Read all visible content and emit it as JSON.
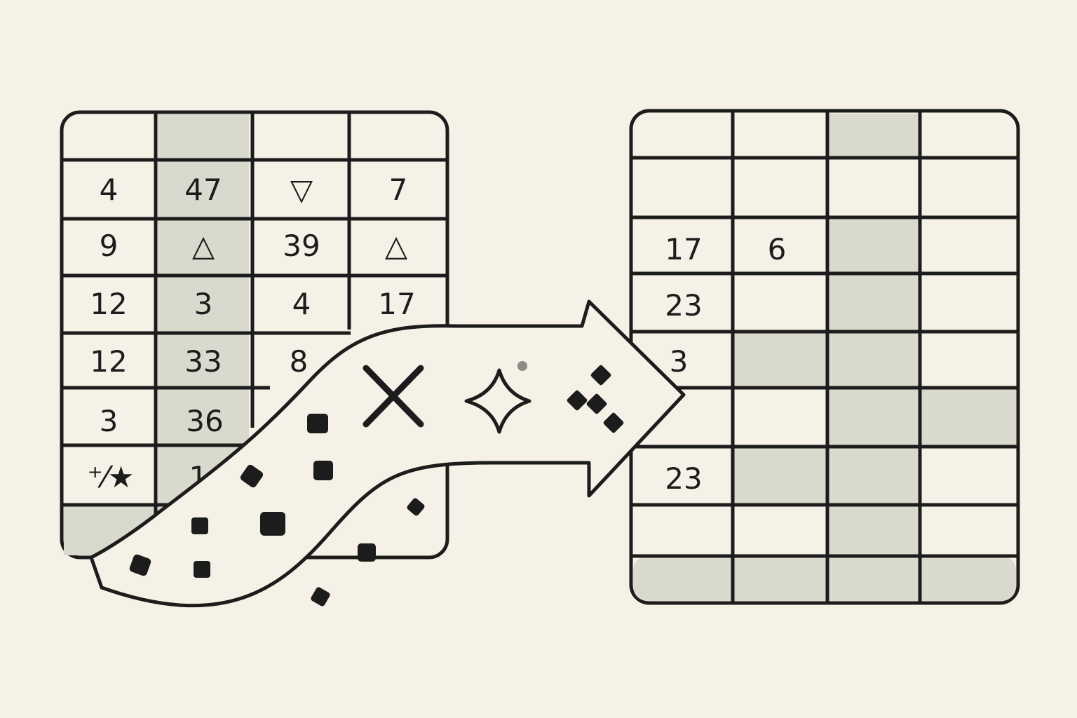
{
  "colors": {
    "background": "#f6f1e7",
    "ink": "#1c1c1c",
    "shaded_cell": "#d9d9cd"
  },
  "source_table": {
    "rows": [
      [
        "",
        "",
        "",
        ""
      ],
      [
        "4",
        "47",
        "▽",
        "7"
      ],
      [
        "9",
        "△",
        "39",
        "△"
      ],
      [
        "12",
        "3",
        "4",
        "17"
      ],
      [
        "12",
        "33",
        "8",
        ""
      ],
      [
        "3",
        "36",
        "",
        ""
      ],
      [
        "⁺⁄★",
        "1",
        "",
        ""
      ],
      [
        "",
        "",
        "",
        ""
      ]
    ],
    "shaded_column": 1
  },
  "result_table": {
    "rows": [
      [
        "",
        "",
        "",
        ""
      ],
      [
        "",
        "",
        "",
        ""
      ],
      [
        "17",
        "6",
        "",
        ""
      ],
      [
        "23",
        "",
        "",
        ""
      ],
      [
        "3",
        "",
        "",
        ""
      ],
      [
        "",
        "",
        "",
        ""
      ],
      [
        "23",
        "",
        "",
        ""
      ],
      [
        "",
        "",
        "",
        ""
      ],
      [
        "",
        "",
        "",
        ""
      ]
    ]
  },
  "arrow_icons": [
    "close-icon",
    "sparkle-icon",
    "scatter-dots-icon"
  ]
}
